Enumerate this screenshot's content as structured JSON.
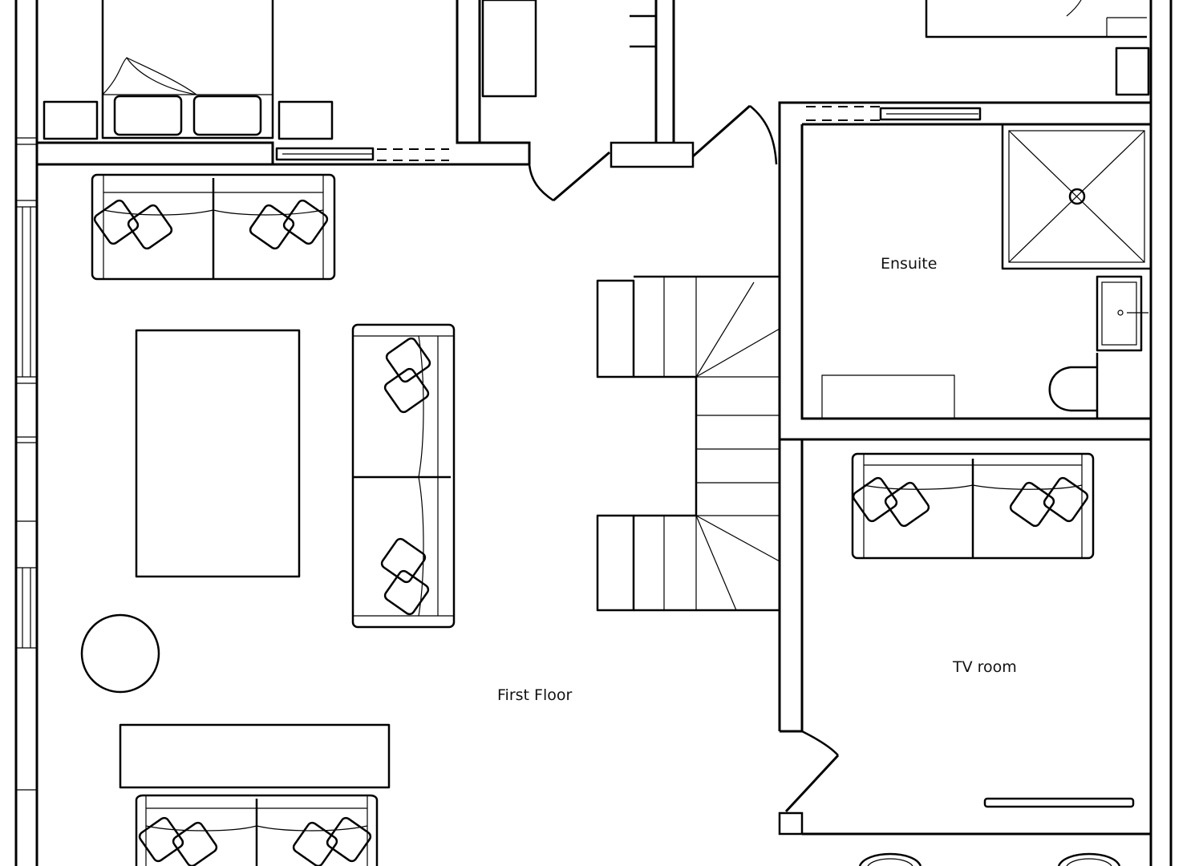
{
  "labels": {
    "first_floor": "First Floor",
    "ensuite": "Ensuite",
    "tv_room": "TV room"
  },
  "colors": {
    "line": "#000000",
    "background": "#ffffff"
  }
}
